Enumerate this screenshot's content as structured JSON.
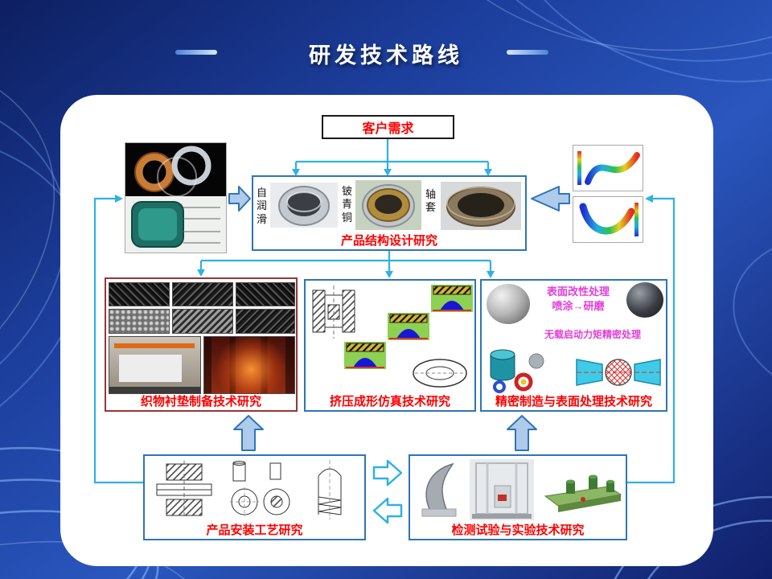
{
  "title": "研发技术路线",
  "boxes": {
    "customer": {
      "label": "客户需求"
    },
    "design": {
      "label_self_lubricating": "自润滑",
      "label_beryllium_bronze": "铍青铜",
      "label_sleeve": "轴套",
      "caption": "产品结构设计研究"
    },
    "fabric": {
      "caption": "织物衬垫制备技术研究"
    },
    "extrusion": {
      "caption": "挤压成形仿真技术研究"
    },
    "precision": {
      "note_line1": "表面改性处理",
      "note_line2": "喷涂→研磨",
      "note_line3": "无载启动力矩精密处理",
      "caption": "精密制造与表面处理技术研究"
    },
    "install": {
      "caption": "产品安装工艺研究"
    },
    "test": {
      "caption": "检测试验与实验技术研究"
    }
  },
  "colors": {
    "caption_red": "#fe0000",
    "note_magenta": "#e23ed8",
    "connector_cyan": "#2fb1e3",
    "box_border_blue": "#2e75b6",
    "fabric_box_border": "#953735",
    "background_blue": "#1c3e9c"
  }
}
